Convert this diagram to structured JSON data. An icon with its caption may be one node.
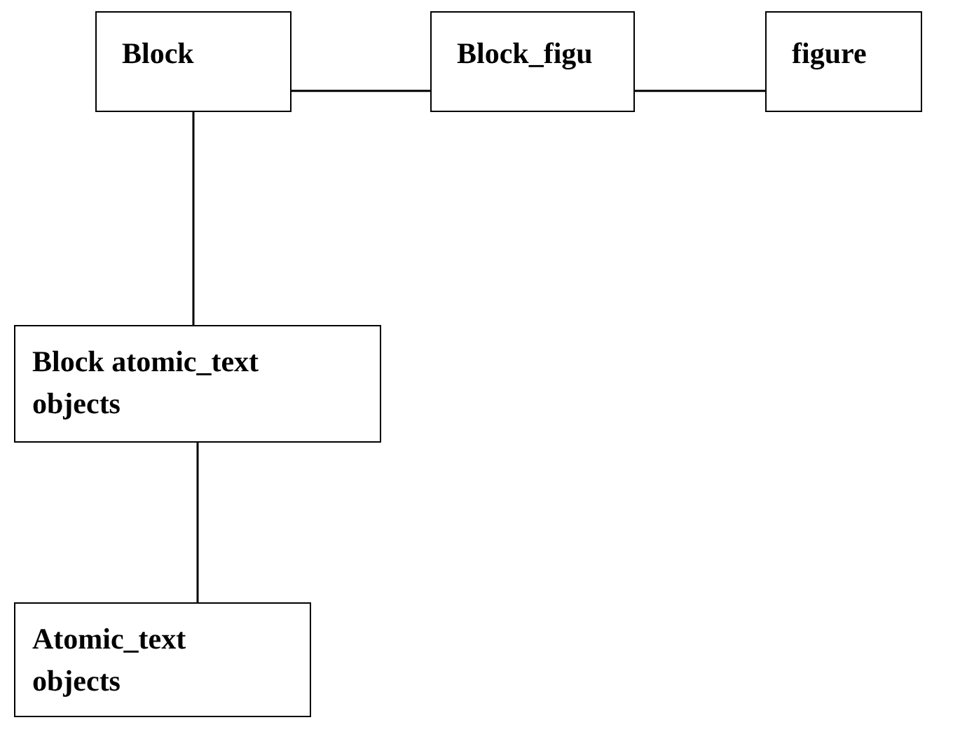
{
  "diagram": {
    "nodes": [
      {
        "text": [
          "Block"
        ]
      },
      {
        "text": [
          "Block_figu"
        ]
      },
      {
        "text": [
          "figure"
        ]
      },
      {
        "text": [
          "Block atomic_text objects"
        ]
      },
      {
        "text": [
          "Atomic_text objects"
        ]
      }
    ],
    "edges": [
      {
        "from": 0,
        "to": 1,
        "arrow": "none"
      },
      {
        "from": 1,
        "to": 2,
        "arrow": "none"
      },
      {
        "from": 0,
        "to": 3,
        "arrow": "none"
      },
      {
        "from": 3,
        "to": 4,
        "arrow": "none"
      }
    ]
  }
}
